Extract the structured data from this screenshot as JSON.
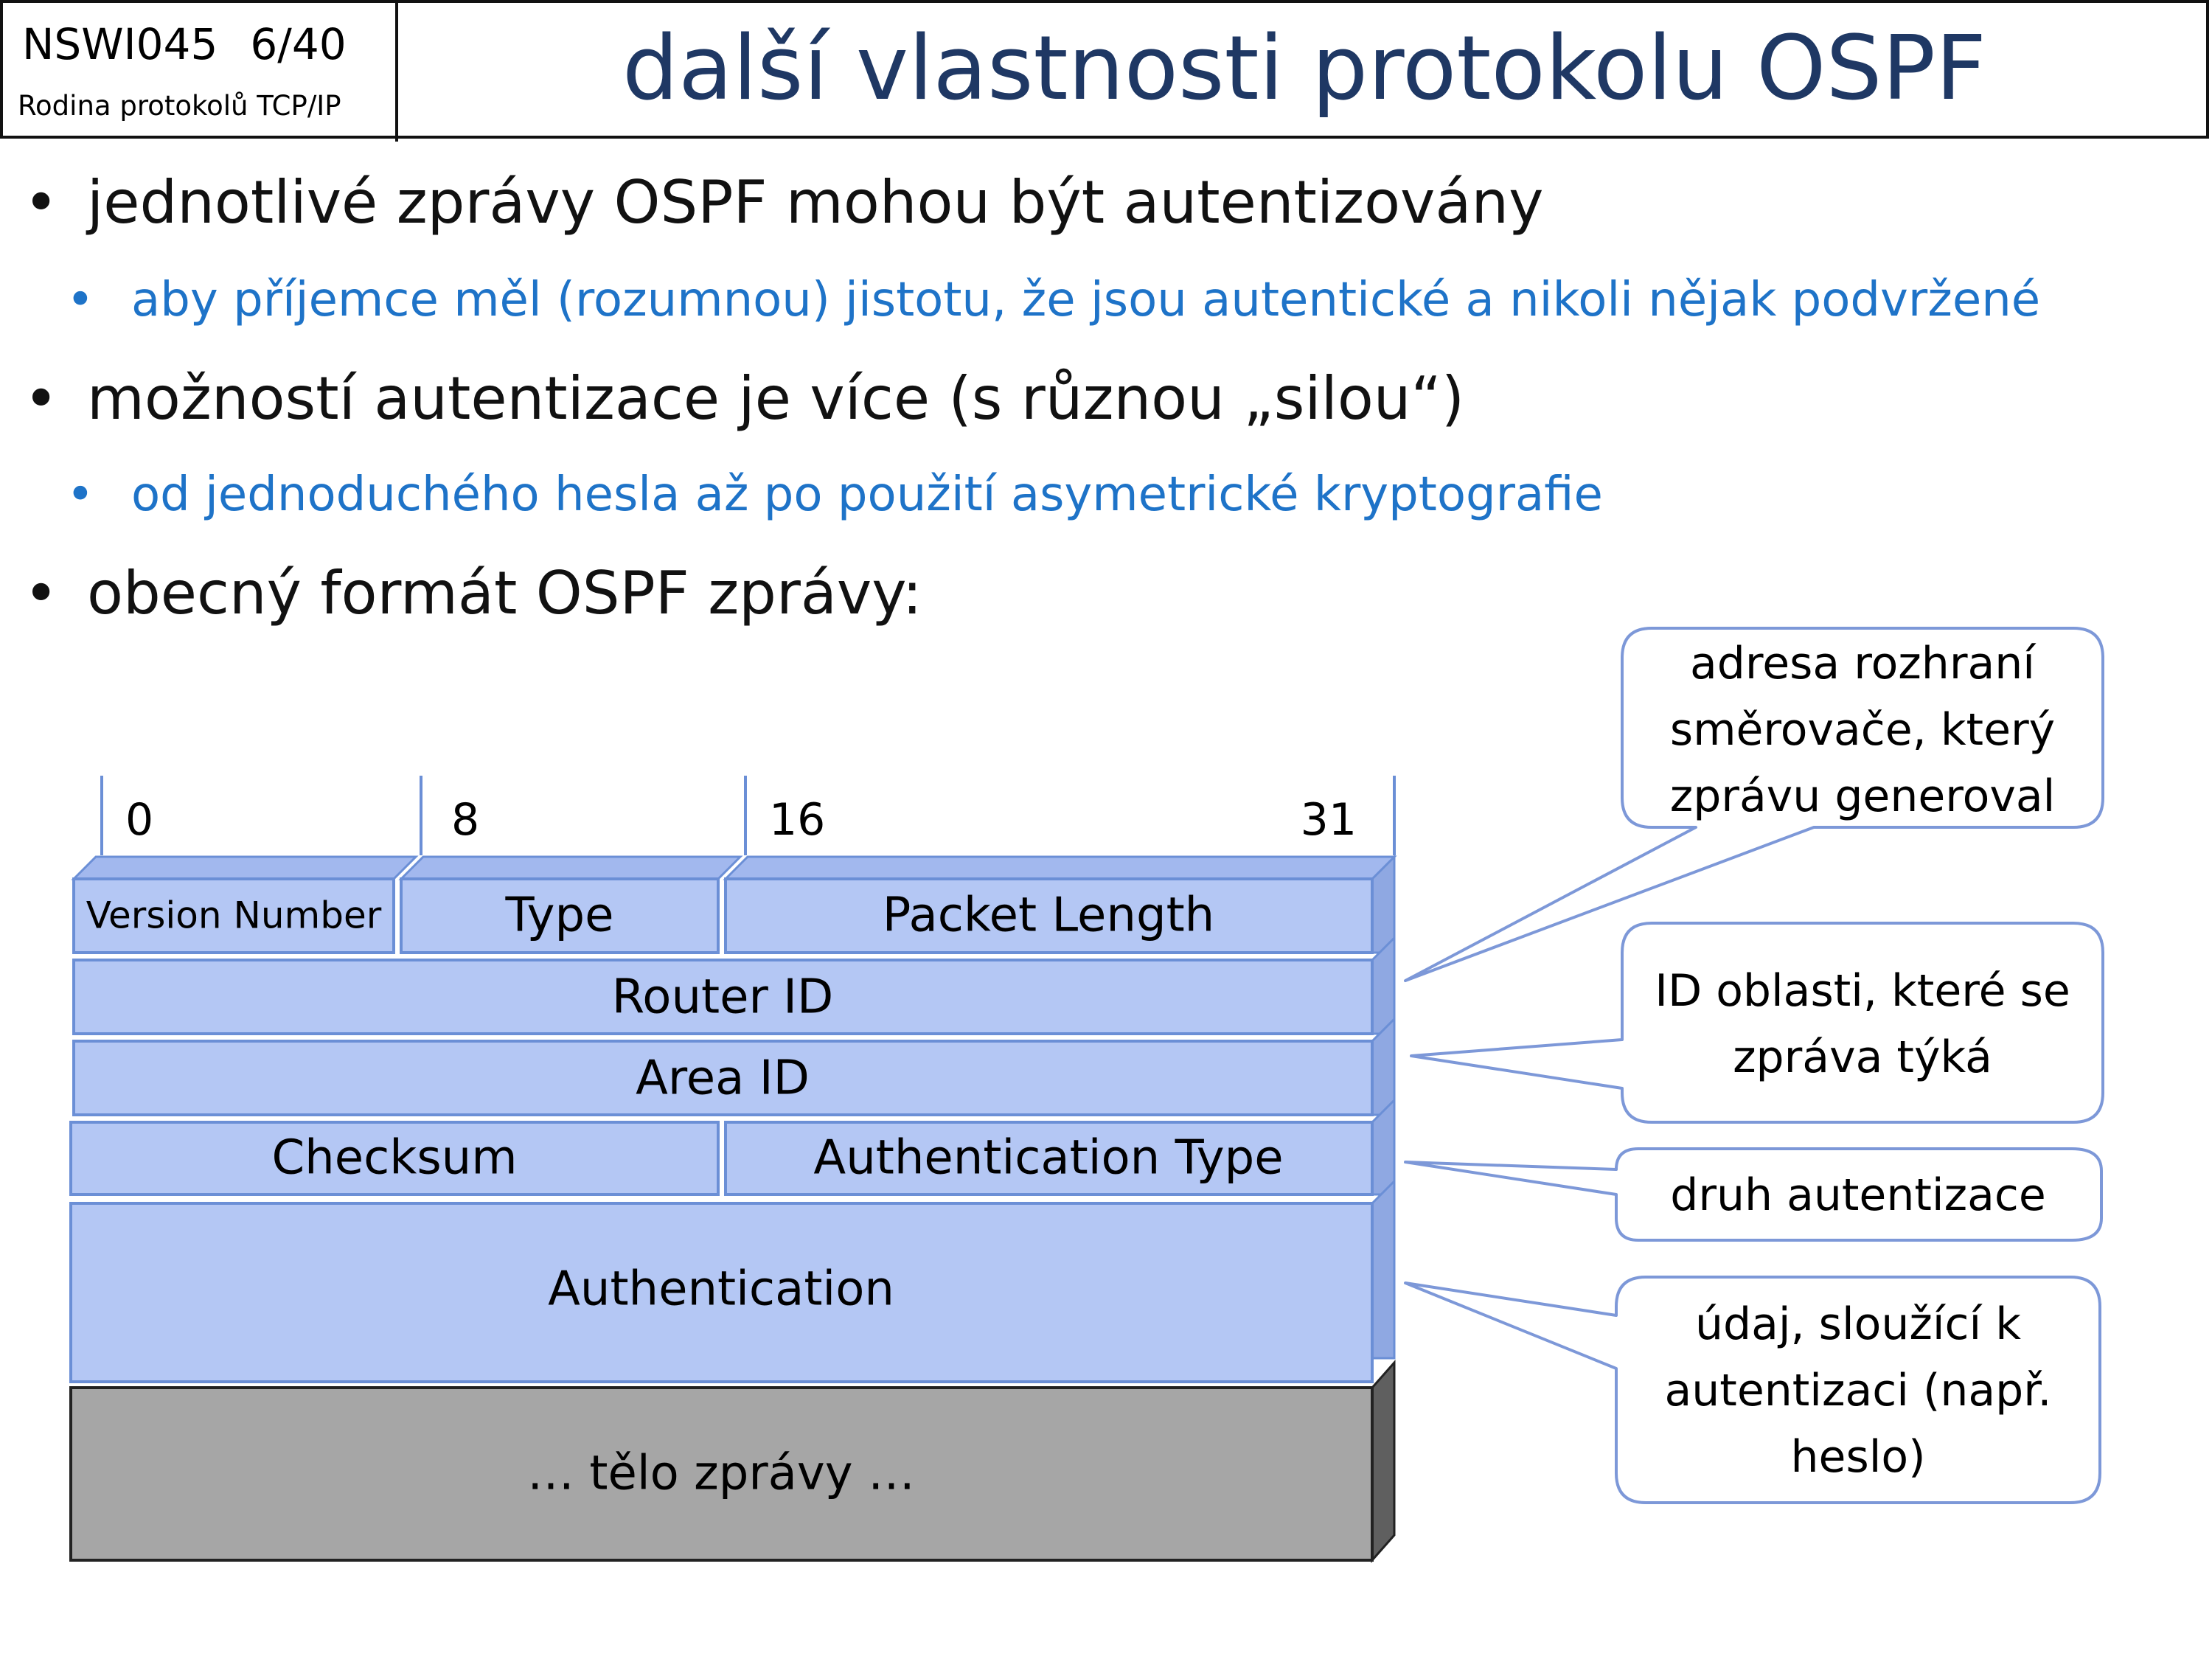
{
  "header": {
    "course_code": "NSWI045",
    "page_number": "6/40",
    "course_name": "Rodina protokolů TCP/IP",
    "title": "další vlastnosti protokolu OSPF"
  },
  "bullets": [
    {
      "level": 1,
      "text": "jednotlivé zprávy OSPF mohou být autentizovány"
    },
    {
      "level": 2,
      "text": "aby příjemce měl (rozumnou) jistotu, že jsou autentické a nikoli nějak podvržené"
    },
    {
      "level": 1,
      "text": "možností autentizace je více (s různou „silou“)"
    },
    {
      "level": 2,
      "text": "od jednoduchého hesla až po použití asymetrické kryptografie"
    },
    {
      "level": 1,
      "text": "obecný formát OSPF zprávy:"
    }
  ],
  "diagram": {
    "bit_labels": [
      "0",
      "8",
      "16",
      "31"
    ],
    "fields": {
      "version_number": "Version Number",
      "type": "Type",
      "packet_length": "Packet Length",
      "router_id": "Router ID",
      "area_id": "Area ID",
      "checksum": "Checksum",
      "authentication_type": "Authentication Type",
      "authentication": "Authentication",
      "body": "… tělo  zprávy …"
    },
    "callouts": {
      "router_id": [
        "adresa rozhraní",
        "směrovače, který",
        "zprávu  generoval"
      ],
      "area_id": [
        "ID oblasti, které se",
        "zpráva týká"
      ],
      "auth_type": [
        "druh autentizace"
      ],
      "authentication": [
        "údaj, sloužící k",
        "autentizaci (např.",
        "heslo)"
      ]
    },
    "colors": {
      "field_fill": "#B4C7F4",
      "field_border": "#6B8FD6",
      "body_fill": "#A6A6A6",
      "callout_border": "#7D98D8"
    }
  }
}
